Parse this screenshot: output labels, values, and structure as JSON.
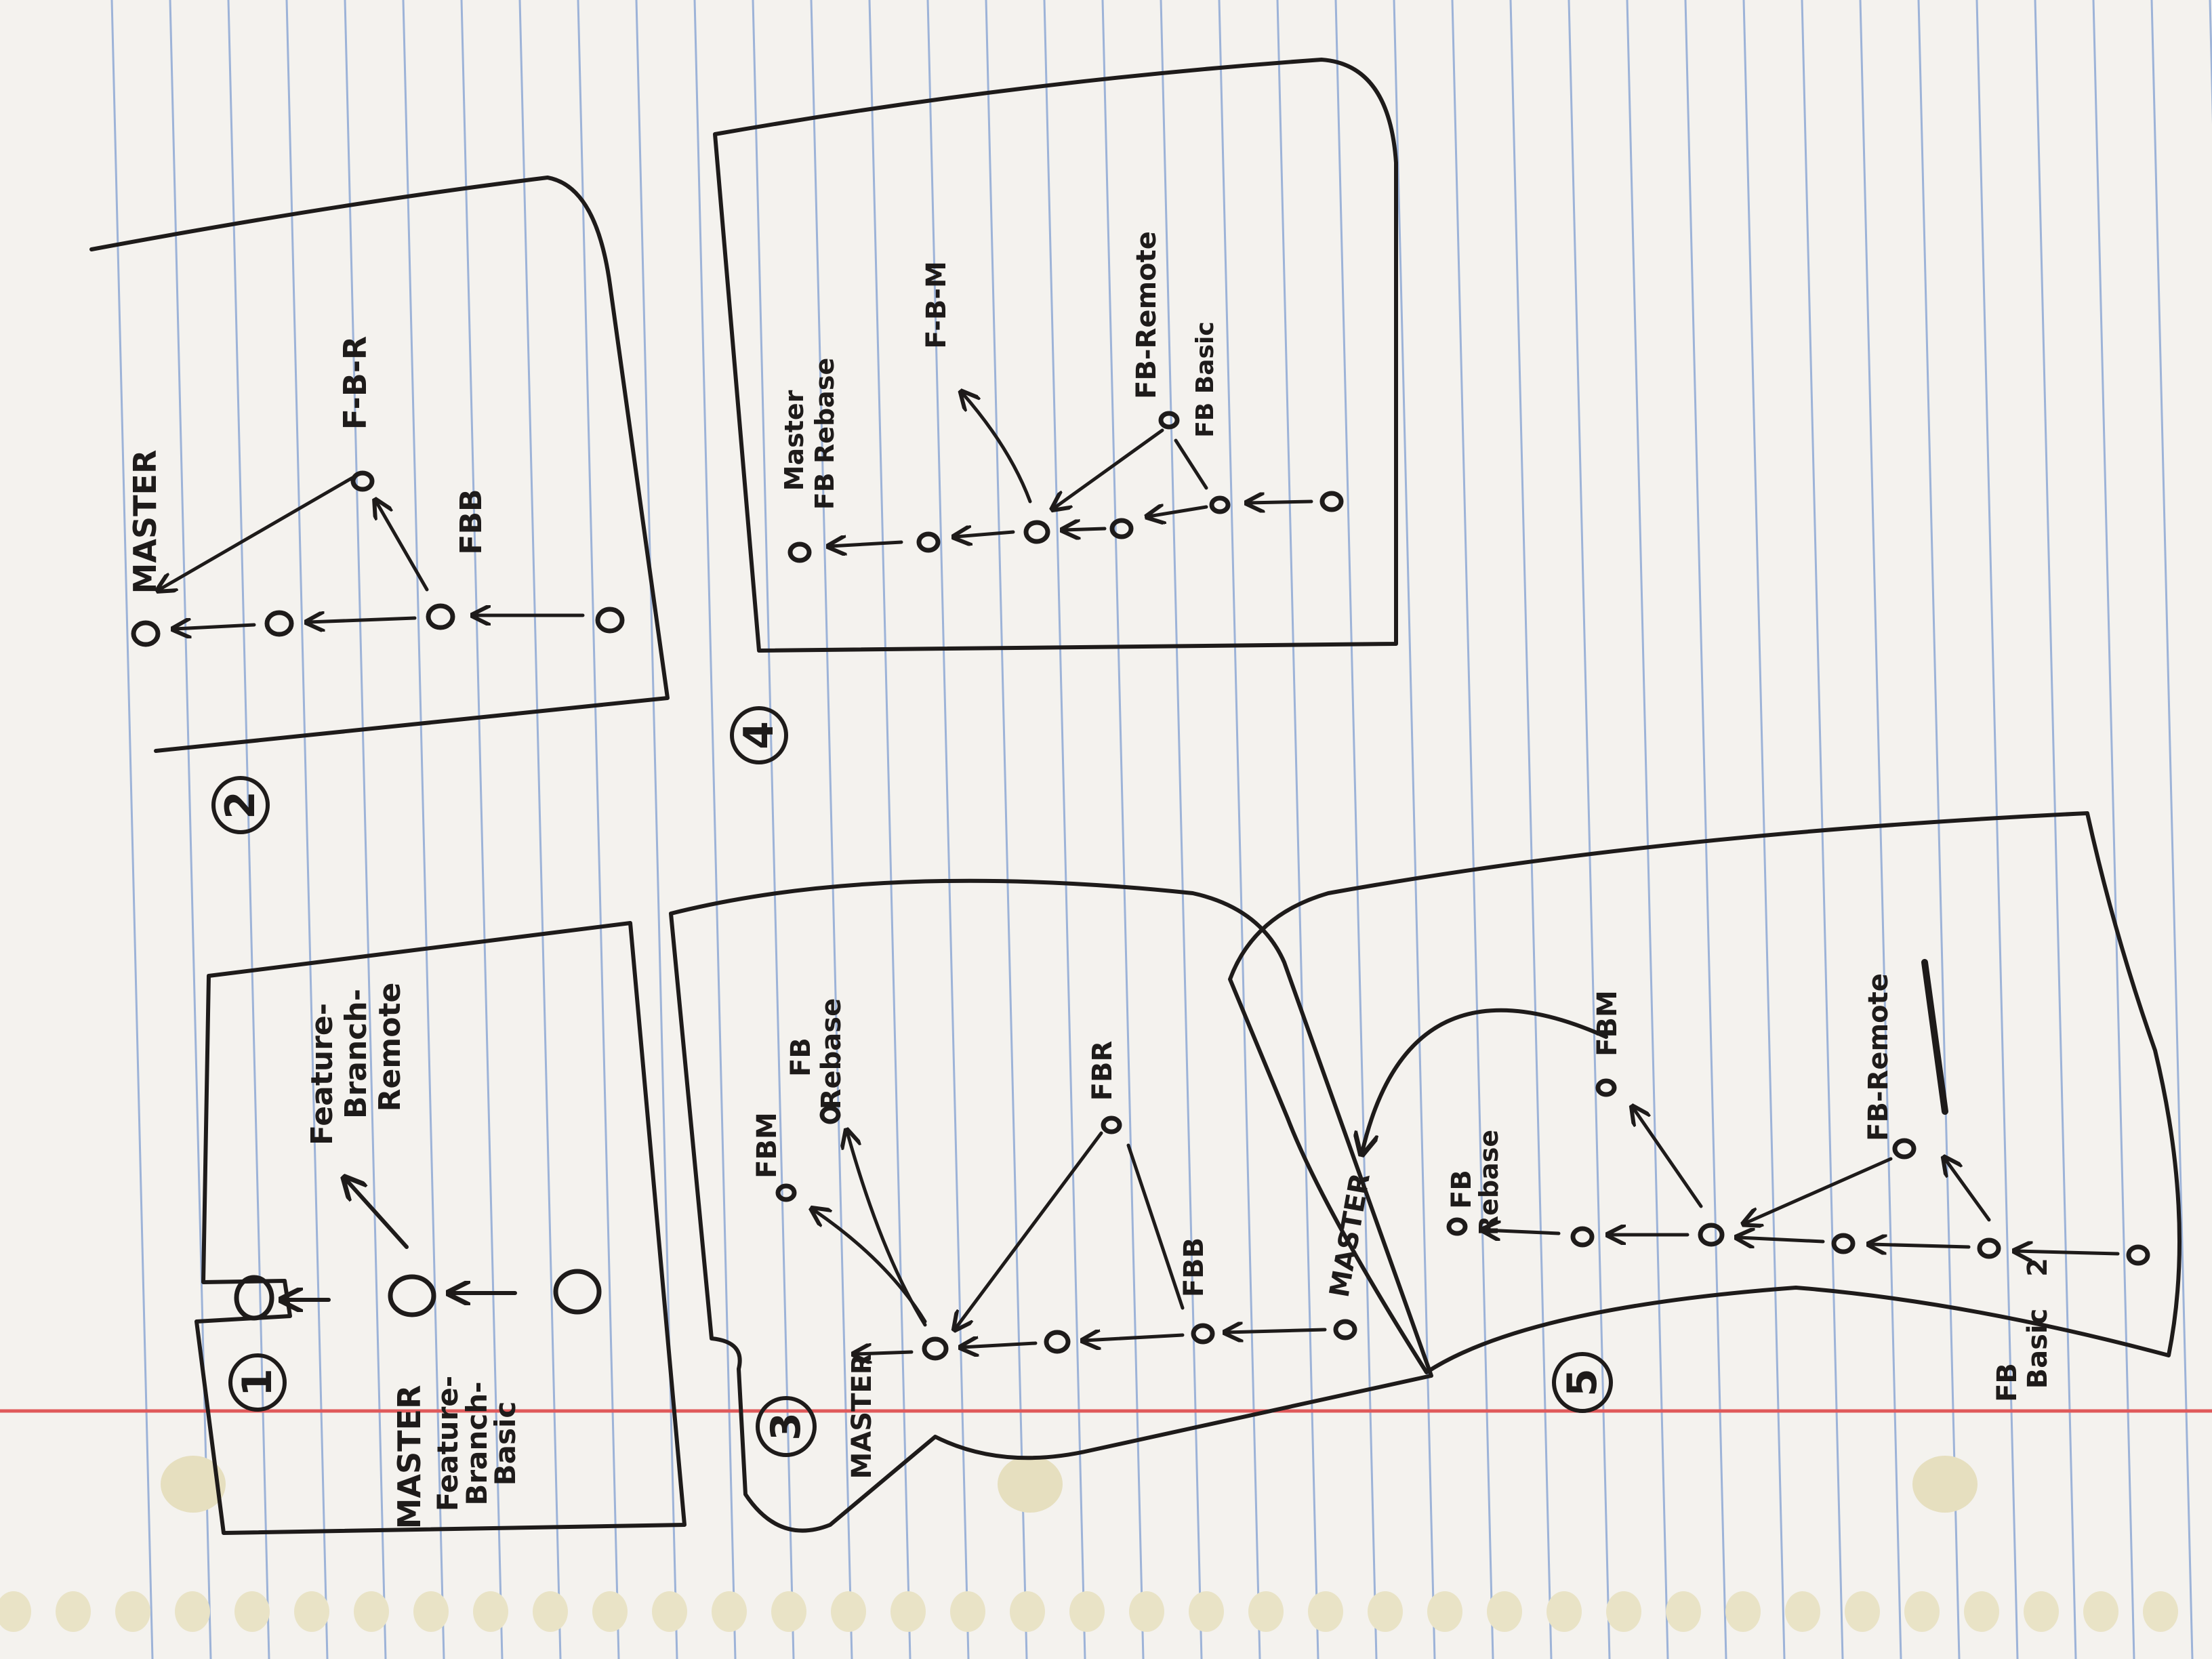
{
  "photo": {
    "paper_color": "#f4f2ee",
    "rule_color": "#9db3d8",
    "margin_color": "#e0595a",
    "ink_color": "#1e1b1a"
  },
  "diagrams": [
    {
      "number": "1",
      "labels": {
        "master": "MASTER",
        "basic_1": "Feature-",
        "basic_2": "Branch-",
        "basic_3": "Basic",
        "remote_1": "Feature-",
        "remote_2": "Branch-",
        "remote_3": "Remote"
      }
    },
    {
      "number": "2",
      "labels": {
        "master": "MASTER",
        "fbb": "FBB",
        "fbr": "F-B-R"
      }
    },
    {
      "number": "3",
      "labels": {
        "master": "MASTER",
        "fbb": "FBB",
        "fbm": "FBM",
        "fbr": "FBR",
        "rebase_1": "FB",
        "rebase_2": "Rebase"
      }
    },
    {
      "number": "4",
      "labels": {
        "master_1": "Master",
        "master_2": "FB Rebase",
        "fbm": "F-B-M",
        "remote": "FB-Remote",
        "basic": "FB Basic"
      }
    },
    {
      "number": "5",
      "labels": {
        "master": "MASTER",
        "rebase_1": "FB",
        "rebase_2": "Rebase",
        "fbm": "FBM",
        "remote": "FB-Remote",
        "basic_1": "FB",
        "basic_2": "Basic",
        "basic_3": "2"
      }
    }
  ]
}
